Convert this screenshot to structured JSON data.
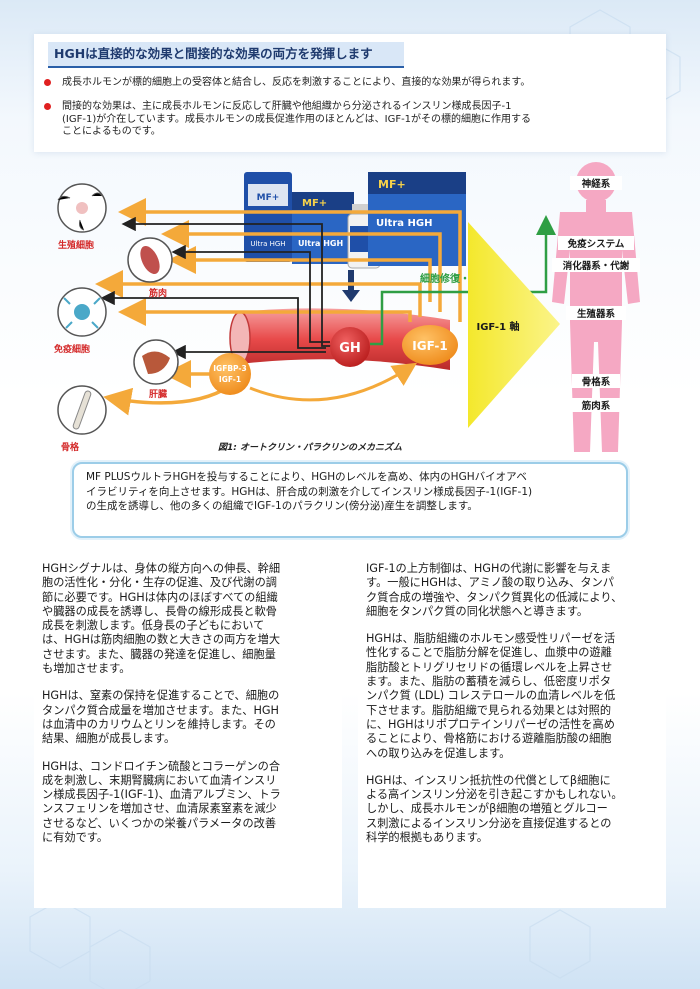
{
  "header": {
    "title": "HGHは直接的な効果と間接的な効果の両方を発揮します",
    "bullets": [
      "成長ホルモンが標的細胞上の受容体と結合し、反応を刺激することにより、直接的な効果が得られます。",
      "間接的な効果は、主に成長ホルモンに反応して肝臓や他組織から分泌されるインスリン様成長因子-1",
      "(IGF-1)が介在しています。成長ホルモンの成長促進作用のほとんどは、IGF-1がその標的細胞に作用する",
      "ことによるものです。"
    ]
  },
  "figure": {
    "caption": "図1: オートクリン・パラクリンのメカニズム",
    "cells_left": [
      "生殖細胞",
      "筋肉",
      "免疫細胞",
      "肝臓",
      "骨格"
    ],
    "gh_label": "GH",
    "igf_label": "IGF-1",
    "igfbp_label": [
      "IGFBP-3",
      "IGF-1"
    ],
    "repair_label": "細胞修復・若返り",
    "axis_label": "IGF-1 軸",
    "body_systems": [
      "神経系",
      "免疫システム",
      "消化器系・代謝",
      "生殖器系",
      "骨格系",
      "筋肉系"
    ],
    "product_brand": "MF+",
    "product_name": "Ultra HGH",
    "colors": {
      "arrow_orange": "#f4a93a",
      "vessel_red": "#e84a4a",
      "gh_red": "#d62a2a",
      "igf_orange": "#f39a2a",
      "body_pink": "#f5a8c3",
      "green_arrow": "#2f9e44",
      "yellow_wedge": "#f7ee3a"
    }
  },
  "callout": {
    "lines": [
      "MF PLUSウルトラHGHを投与することにより、HGHのレベルを高め、体内のHGHバイオアベ",
      "イラビリティを向上させます。HGHは、肝合成の刺激を介してインスリン様成長因子-1(IGF-1)",
      "の生成を誘導し、他の多くの組織でIGF-1のパラクリン(傍分泌)産生を調整します。"
    ]
  },
  "left_column": [
    [
      "HGHシグナルは、身体の縦方向への伸長、幹細",
      "胞の活性化・分化・生存の促進、及び代謝の調",
      "節に必要です。HGHは体内のほぼすべての組織",
      "や臓器の成長を誘導し、長骨の線形成長と軟骨",
      "成長を刺激します。低身長の子どもにおいて",
      "は、HGHは筋肉細胞の数と大きさの両方を増大",
      "させます。また、臓器の発達を促進し、細胞量",
      "も増加させます。"
    ],
    [
      "HGHは、窒素の保持を促進することで、細胞の",
      "タンパク質合成量を増加させます。また、HGH",
      "は血清中のカリウムとリンを維持します。その",
      "結果、細胞が成長します。"
    ],
    [
      "HGHは、コンドロイチン硫酸とコラーゲンの合",
      "成を刺激し、末期腎臓病において血清インスリ",
      "ン様成長因子-1(IGF-1)、血清アルブミン、トラ",
      "ンスフェリンを増加させ、血清尿素窒素を減少",
      "させるなど、いくつかの栄養パラメータの改善",
      "に有効です。"
    ]
  ],
  "right_column": [
    [
      "IGF-1の上方制御は、HGHの代謝に影響を与えま",
      "す。一般にHGHは、アミノ酸の取り込み、タンパ",
      "ク質合成の増強や、タンパク質異化の低減により、",
      "細胞をタンパク質の同化状態へと導きます。"
    ],
    [
      "HGHは、脂肪組織のホルモン感受性リパーゼを活",
      "性化することで脂肪分解を促進し、血漿中の遊離",
      "脂肪酸とトリグリセリドの循環レベルを上昇させ",
      "ます。また、脂肪の蓄積を減らし、低密度リポタ",
      "ンパク質 (LDL) コレステロールの血清レベルを低",
      "下させます。脂肪組織で見られる効果とは対照的",
      "に、HGHはリポプロテインリパーゼの活性を高め",
      "ることにより、骨格筋における遊離脂肪酸の細胞",
      "への取り込みを促進します。"
    ],
    [
      "HGHは、インスリン抵抗性の代償としてβ細胞に",
      "よる高インスリン分泌を引き起こすかもしれない。",
      "しかし、成長ホルモンがβ細胞の増殖とグルコー",
      "ス刺激によるインスリン分泌を直接促進するとの",
      "科学的根拠もあります。"
    ]
  ]
}
